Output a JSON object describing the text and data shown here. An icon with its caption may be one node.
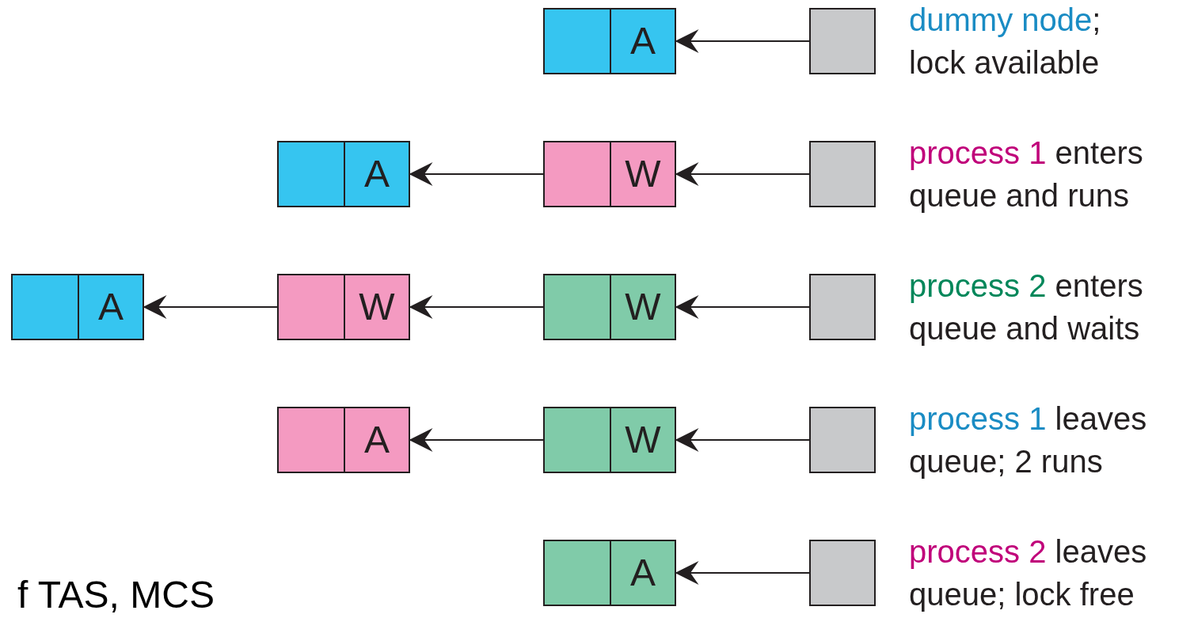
{
  "diagram": {
    "nodes": [
      {
        "text": [
          "A"
        ]
      },
      {
        "text": [],
        "shape": "box"
      },
      {
        "text": [
          "A"
        ]
      },
      {
        "text": [
          "W"
        ]
      },
      {
        "text": [],
        "shape": "box"
      },
      {
        "text": [
          "A"
        ]
      },
      {
        "text": [
          "W"
        ]
      },
      {
        "text": [
          "W"
        ]
      },
      {
        "text": [],
        "shape": "box"
      },
      {
        "text": [
          "A"
        ]
      },
      {
        "text": [
          "W"
        ]
      },
      {
        "text": [],
        "shape": "box"
      },
      {
        "text": [
          "A"
        ]
      },
      {
        "text": [],
        "shape": "box"
      }
    ],
    "edges": [
      {
        "from": 1,
        "to": 0,
        "arrow": "to"
      },
      {
        "from": 3,
        "to": 2,
        "arrow": "to"
      },
      {
        "from": 4,
        "to": 3,
        "arrow": "to"
      },
      {
        "from": 6,
        "to": 5,
        "arrow": "to"
      },
      {
        "from": 7,
        "to": 6,
        "arrow": "to"
      },
      {
        "from": 8,
        "to": 7,
        "arrow": "to"
      },
      {
        "from": 10,
        "to": 9,
        "arrow": "to"
      },
      {
        "from": 11,
        "to": 10,
        "arrow": "to"
      },
      {
        "from": 13,
        "to": 12,
        "arrow": "to"
      }
    ],
    "labels": [
      "dummy node",
      "; lock available",
      "process 1",
      "enters queue and runs",
      "process 2",
      "enters queue and waits",
      "process 1",
      "leaves queue; 2 runs",
      "process 2",
      "leaves queue; lock free",
      "f TAS, MCS"
    ]
  }
}
